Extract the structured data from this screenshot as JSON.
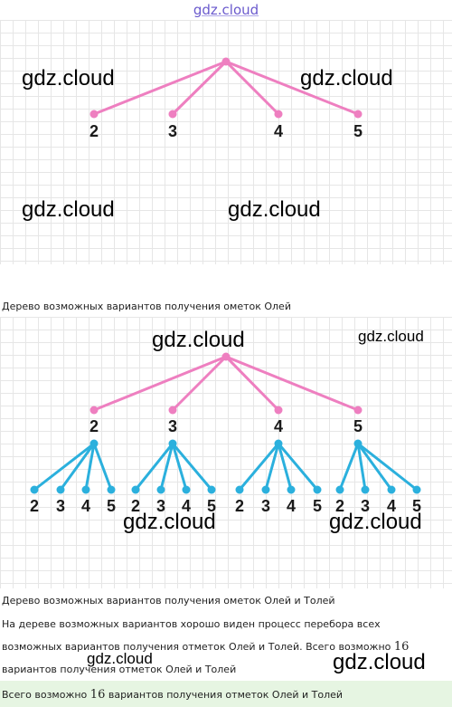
{
  "watermark": {
    "top": "gdz.cloud",
    "text": "gdz.cloud"
  },
  "tree1": {
    "leaves": [
      "2",
      "3",
      "4",
      "5"
    ]
  },
  "caption1": "Дерево возможных вариантов получения ометок Олей",
  "tree2": {
    "level1": [
      "2",
      "3",
      "4",
      "5"
    ],
    "level2": [
      "2",
      "3",
      "4",
      "5"
    ]
  },
  "caption2": "Дерево возможных вариантов получения ометок Олей и Толей",
  "explanation": {
    "part1": "На дереве возможных вариантов хорошо виден процесс перебора всех возможных вариантов получения отметок Олей и Толей. Всего возможно ",
    "number": "16",
    "part2": " вариантов получения отметок Олей и Толей"
  },
  "answer": {
    "prefix": "Всего возможно ",
    "number": "16",
    "suffix": " вариантов получения отметок Олей и Толей"
  },
  "colors": {
    "pink": "#ee7fc0",
    "blue": "#2bb0dd",
    "answer_bg": "#e6f5e2",
    "grid": "#e6e6e6"
  }
}
